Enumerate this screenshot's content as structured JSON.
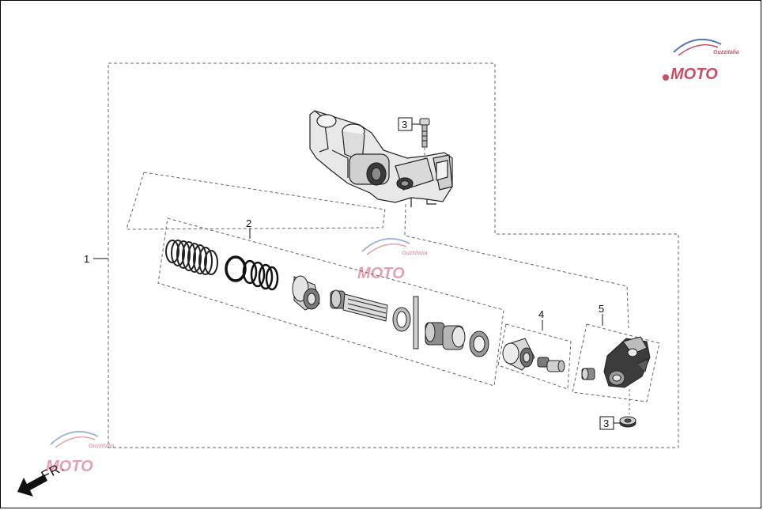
{
  "callouts": {
    "c1": "1",
    "c2": "2",
    "c3a": "3",
    "c3b": "3",
    "c4": "4",
    "c5": "5"
  },
  "direction": {
    "label": "FR."
  },
  "watermark": {
    "text": "MOTO",
    "sub": "Guzzitalia"
  },
  "colors": {
    "line": "#111111",
    "dash": "#666666",
    "part_dark": "#2a2a2a",
    "part_mid": "#9a9a9a",
    "part_light": "#e6e6e6",
    "wm_red": "#c0304a",
    "wm_blue": "#3a5bb0",
    "wm_gray": "#bcbcbc"
  }
}
